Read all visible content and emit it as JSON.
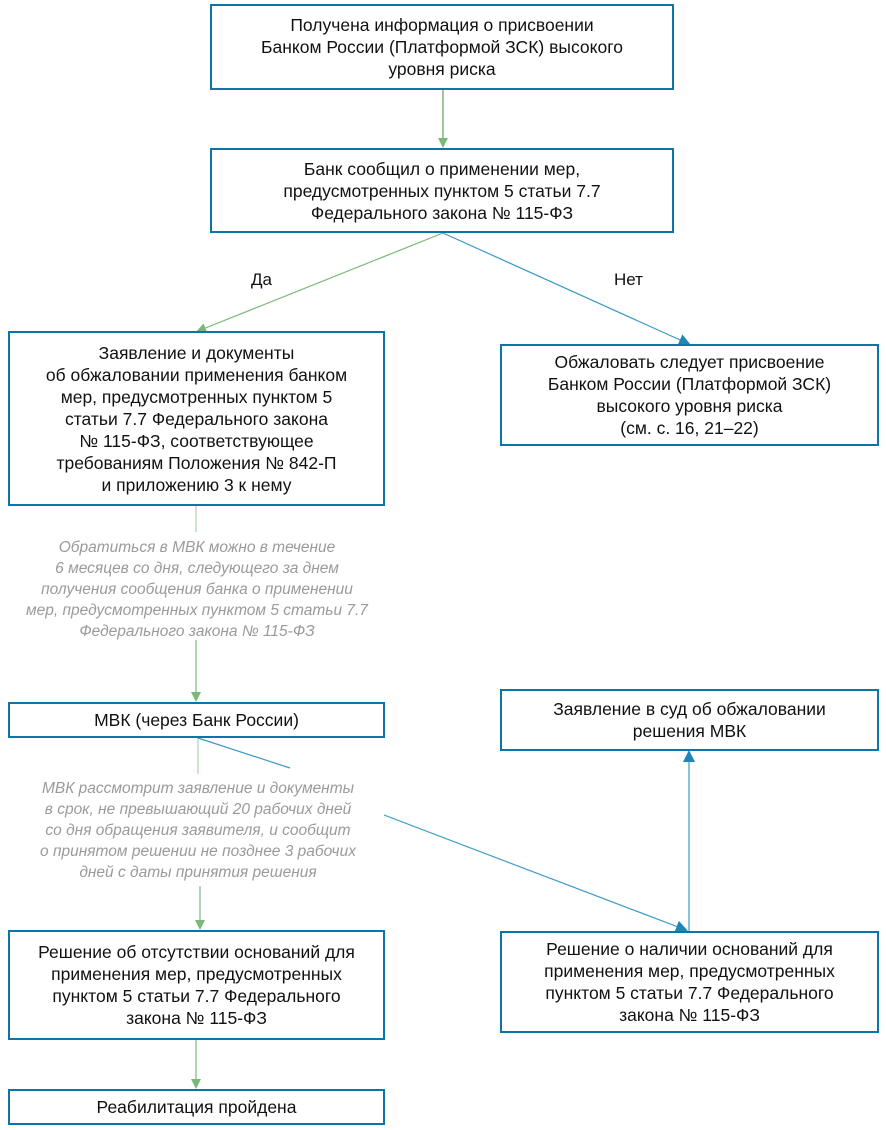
{
  "colors": {
    "box_border": "#0a76a8",
    "yes_arrow": "#7ab87a",
    "no_arrow": "#3a9ac6",
    "note_text": "#9a9a9a"
  },
  "nodes": {
    "received": {
      "text": "Получена информация о присвоении\nБанком России (Платформой ЗСК) высокого\nуровня риска"
    },
    "bank_reported": {
      "text": "Банк сообщил о применении мер,\nпредусмотренных пунктом 5 статьи 7.7\nФедерального закона № 115-ФЗ"
    },
    "application": {
      "text": "Заявление и документы\nоб обжаловании применения банком\nмер, предусмотренных пунктом 5\nстатьи 7.7 Федерального закона\n№ 115-ФЗ, соответствующее\nтребованиям Положения № 842-П\nи приложению 3 к нему"
    },
    "appeal_risk": {
      "text": "Обжаловать следует присвоение\nБанком России (Платформой ЗСК)\nвысокого уровня риска\n(см. с. 16,  21–22)"
    },
    "mvk": {
      "text": "МВК (через Банк России)"
    },
    "court": {
      "text": "Заявление в суд об обжаловании\nрешения МВК"
    },
    "no_grounds": {
      "text": "Решение об отсутствии оснований для\nприменения мер, предусмотренных\nпунктом 5 статьи 7.7 Федерального\nзакона № 115-ФЗ"
    },
    "grounds": {
      "text": "Решение о наличии оснований для\nприменения мер, предусмотренных\nпунктом 5 статьи 7.7 Федерального\nзакона № 115-ФЗ"
    },
    "rehab": {
      "text": "Реабилитация пройдена"
    }
  },
  "labels": {
    "yes": "Да",
    "no": "Нет"
  },
  "notes": {
    "deadline": "Обратиться в МВК можно в течение\n6 месяцев со дня, следующего за днем\nполучения сообщения банка о применении\nмер, предусмотренных пунктом 5 статьи 7.7\nФедерального закона № 115-ФЗ",
    "review": "МВК рассмотрит заявление и документы\nв срок, не превышающий 20 рабочих дней\nсо дня обращения заявителя, и сообщит\nо принятом решении не позднее 3 рабочих\nдней с даты принятия решения"
  }
}
